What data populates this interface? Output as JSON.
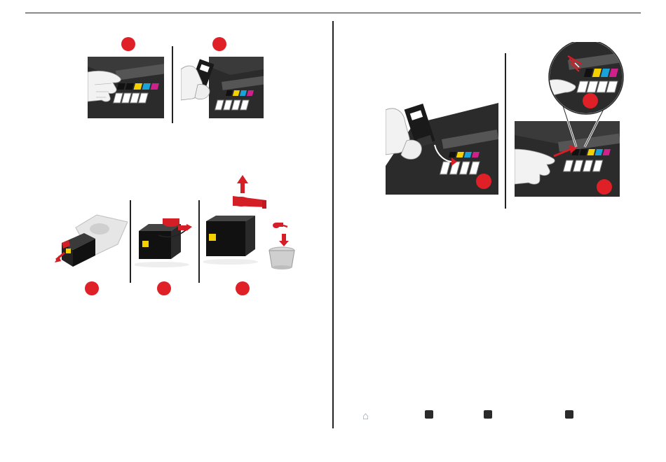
{
  "page": {
    "figures": [
      {
        "id": "remove-old-cartridge",
        "steps": 2
      },
      {
        "id": "prepare-new-cartridge",
        "steps": 3
      },
      {
        "id": "install-new-cartridge",
        "steps": 2
      }
    ],
    "footer": {
      "icons": [
        "home-icon",
        "nav-square-1",
        "nav-square-2",
        "nav-square-3"
      ]
    }
  },
  "colors": {
    "badge_red": "#e02027",
    "tab_red": "#d41f26",
    "rule_black": "#222222",
    "cartridge_yellow": "#f4d000",
    "cartridge_cyan": "#1aa3d8",
    "cartridge_magenta": "#d0208c"
  }
}
